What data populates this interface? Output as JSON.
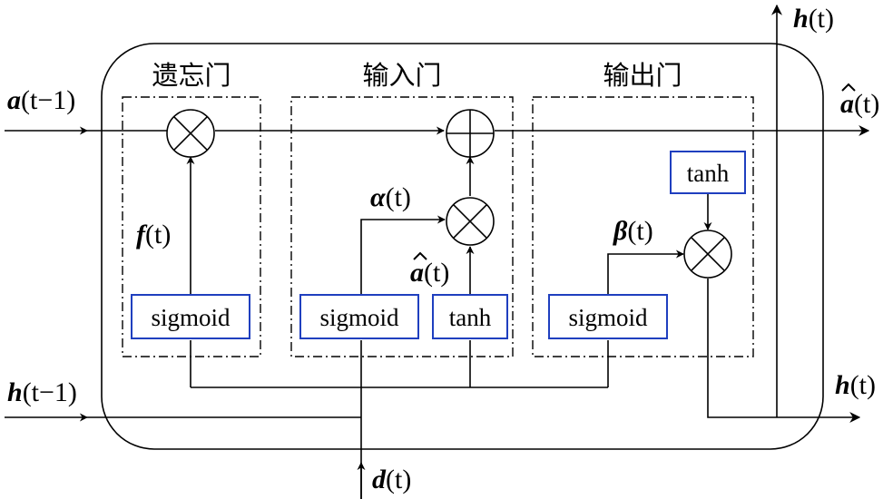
{
  "gates": {
    "forget": {
      "title": "遗忘门"
    },
    "input": {
      "title": "输入门"
    },
    "output": {
      "title": "输出门"
    }
  },
  "blocks": {
    "sigmoid_forget": "sigmoid",
    "sigmoid_input": "sigmoid",
    "tanh_input": "tanh",
    "sigmoid_output": "sigmoid",
    "tanh_output": "tanh"
  },
  "signals": {
    "a_prev": {
      "sym": "a",
      "arg": "(t−1)"
    },
    "a_hat_out": {
      "sym": "a",
      "arg": "(t)"
    },
    "h_prev": {
      "sym": "h",
      "arg": "(t−1)"
    },
    "h_top": {
      "sym": "h",
      "arg": "(t)"
    },
    "h_out": {
      "sym": "h",
      "arg": "(t)"
    },
    "d_in": {
      "sym": "d",
      "arg": "(t)"
    },
    "f": {
      "sym": "f",
      "arg": "(t)"
    },
    "alpha": {
      "sym": "α",
      "arg": "(t)"
    },
    "a_hat_mid": {
      "sym": "a",
      "arg": "(t)"
    },
    "beta": {
      "sym": "β",
      "arg": "(t)"
    }
  },
  "colors": {
    "block_border": "#1f3fbf",
    "line": "#000000"
  }
}
